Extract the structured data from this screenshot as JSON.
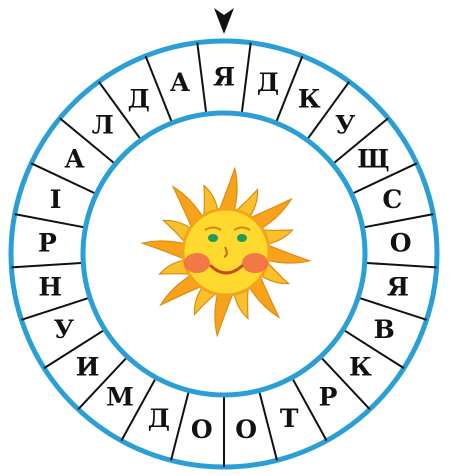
{
  "wheel": {
    "letters": [
      "Я",
      "Д",
      "К",
      "У",
      "Щ",
      "С",
      "О",
      "Я",
      "В",
      "К",
      "Р",
      "Т",
      "О",
      "О",
      "Д",
      "М",
      "И",
      "У",
      "Н",
      "Р",
      "І",
      "А",
      "Л",
      "Д",
      "А"
    ],
    "colors": {
      "ring_outline": "#2a9fd6",
      "divider": "#111111",
      "letter": "#111111",
      "pointer": "#111111"
    }
  },
  "pointer": {
    "icon": "down-arrow-icon"
  },
  "center_image": {
    "icon": "smiling-sun-icon",
    "colors": {
      "rays": "#f6a21a",
      "face": "#ffd92e",
      "cheeks": "#f0674a",
      "eyes": "#1e9a5a"
    }
  }
}
